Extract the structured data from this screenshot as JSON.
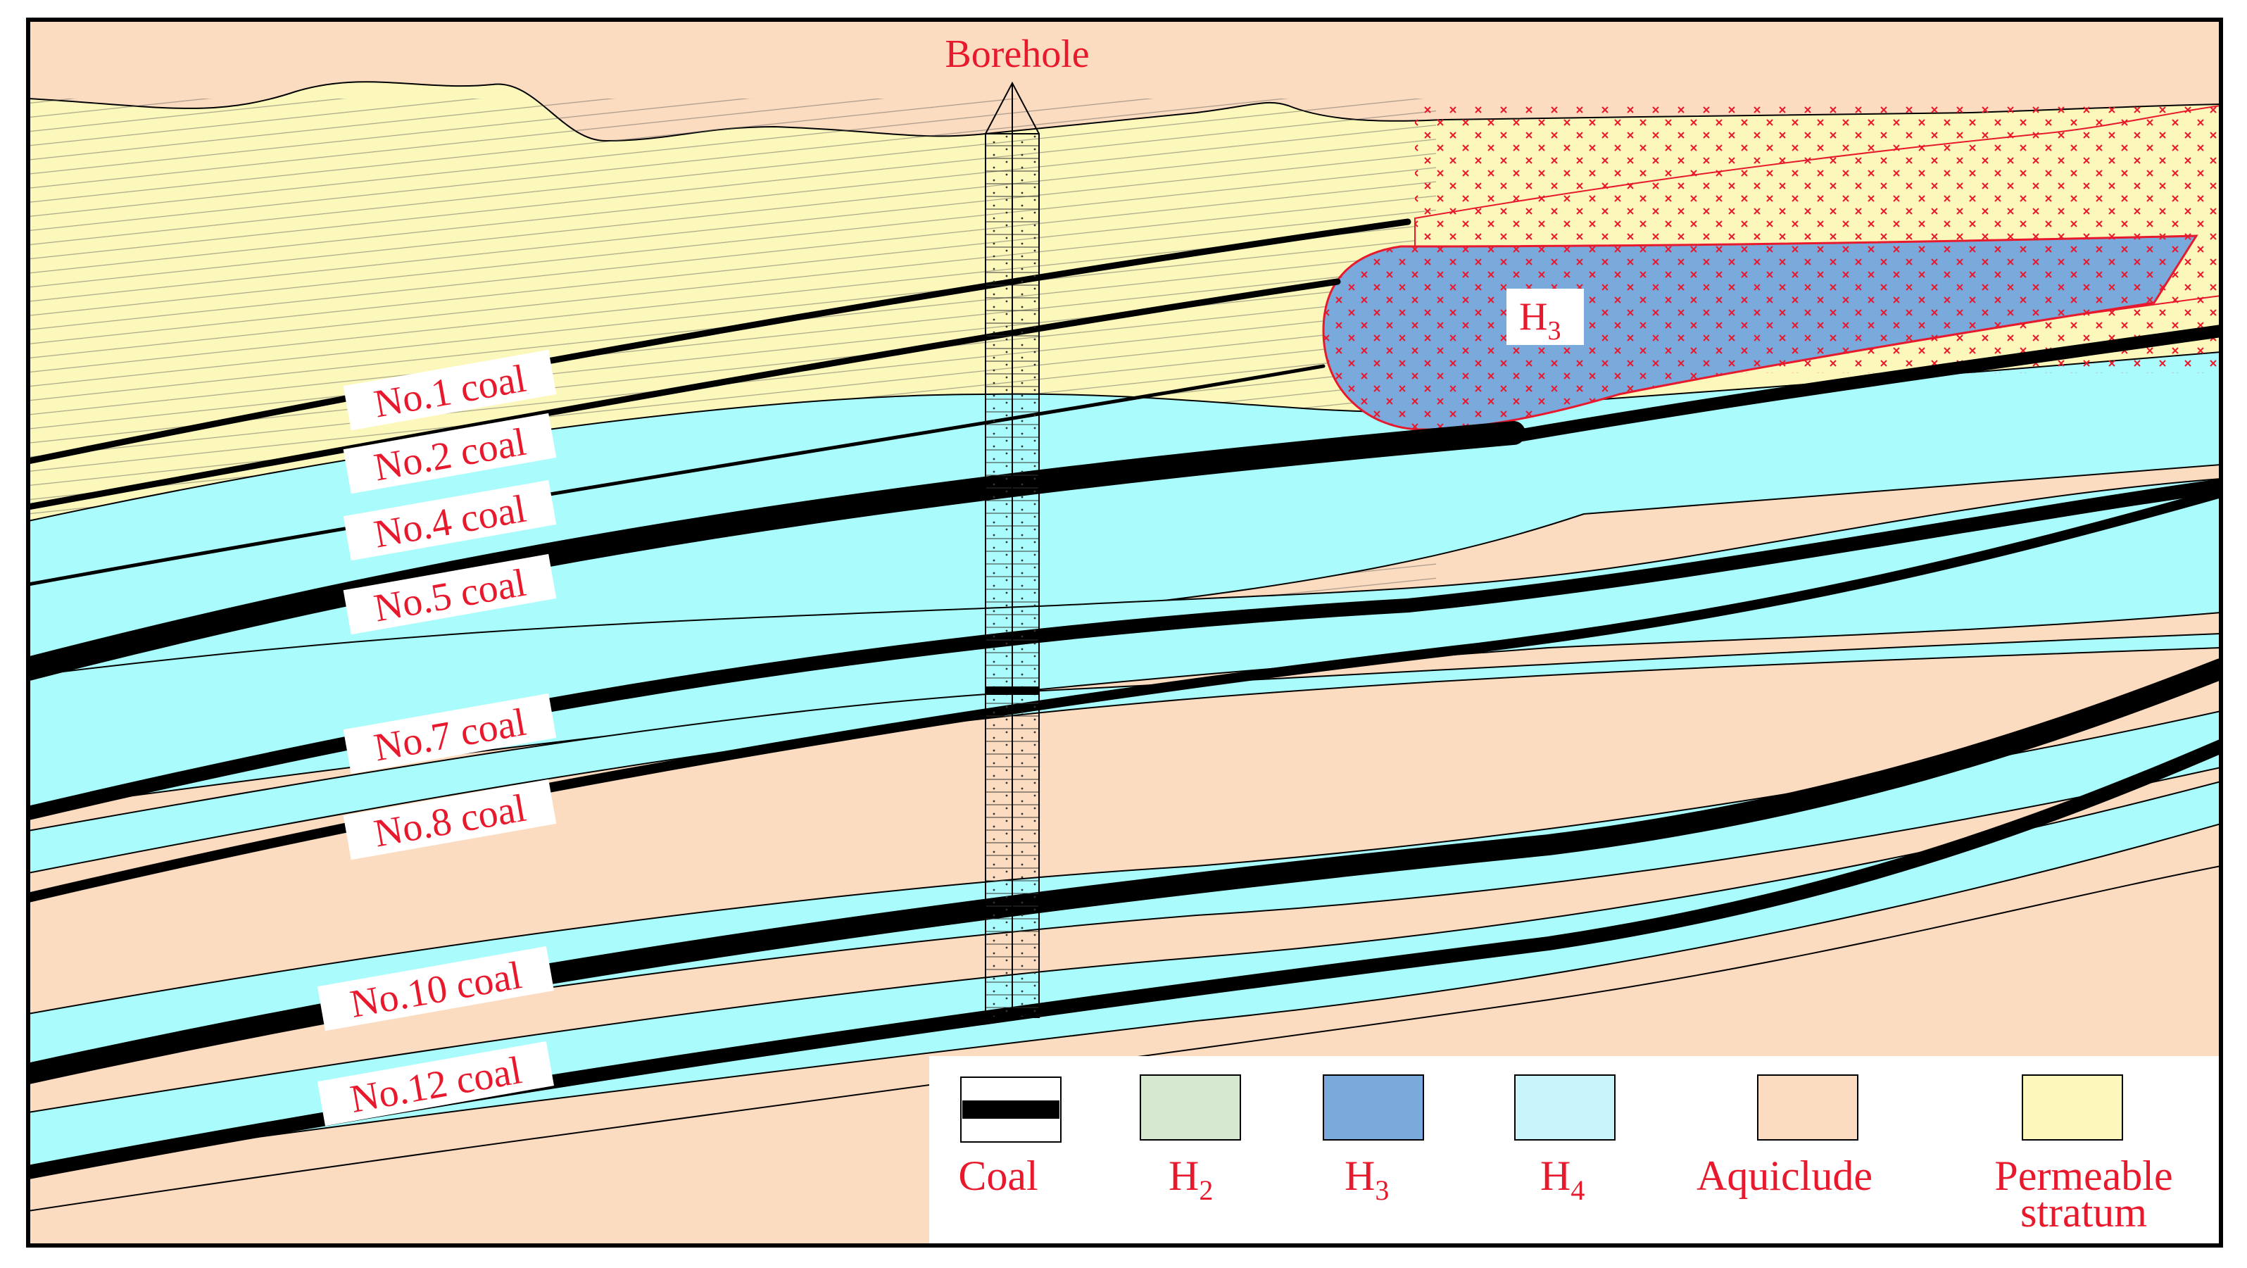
{
  "colors": {
    "coal": "#000000",
    "h2": "#d6e8d0",
    "h3": "#7aa9dc",
    "h4": "#aafcfc",
    "aquiclude": "#fbdcc0",
    "permeable": "#fcf8bc",
    "label_red": "#e8192c",
    "frame": "#000000"
  },
  "borehole": {
    "label": "Borehole"
  },
  "aquifer_label": {
    "base": "H",
    "sub": "3"
  },
  "coal_labels": [
    "No.1 coal",
    "No.2 coal",
    "No.4 coal",
    "No.5 coal",
    "No.7 coal",
    "No.8 coal",
    "No.10 coal",
    "No.12 coal"
  ],
  "legend": {
    "coal": {
      "label": "Coal",
      "swatch": "coal"
    },
    "h2": {
      "label": "H",
      "sub": "2",
      "swatch": "h2"
    },
    "h3": {
      "label": "H",
      "sub": "3",
      "swatch": "h3"
    },
    "h4": {
      "label": "H",
      "sub": "4",
      "swatch": "h4"
    },
    "aquiclude": {
      "label": "Aquiclude",
      "swatch": "aquiclude"
    },
    "permeable": {
      "label_line1": "Permeable",
      "label_line2": "stratum",
      "swatch": "permeable"
    }
  }
}
